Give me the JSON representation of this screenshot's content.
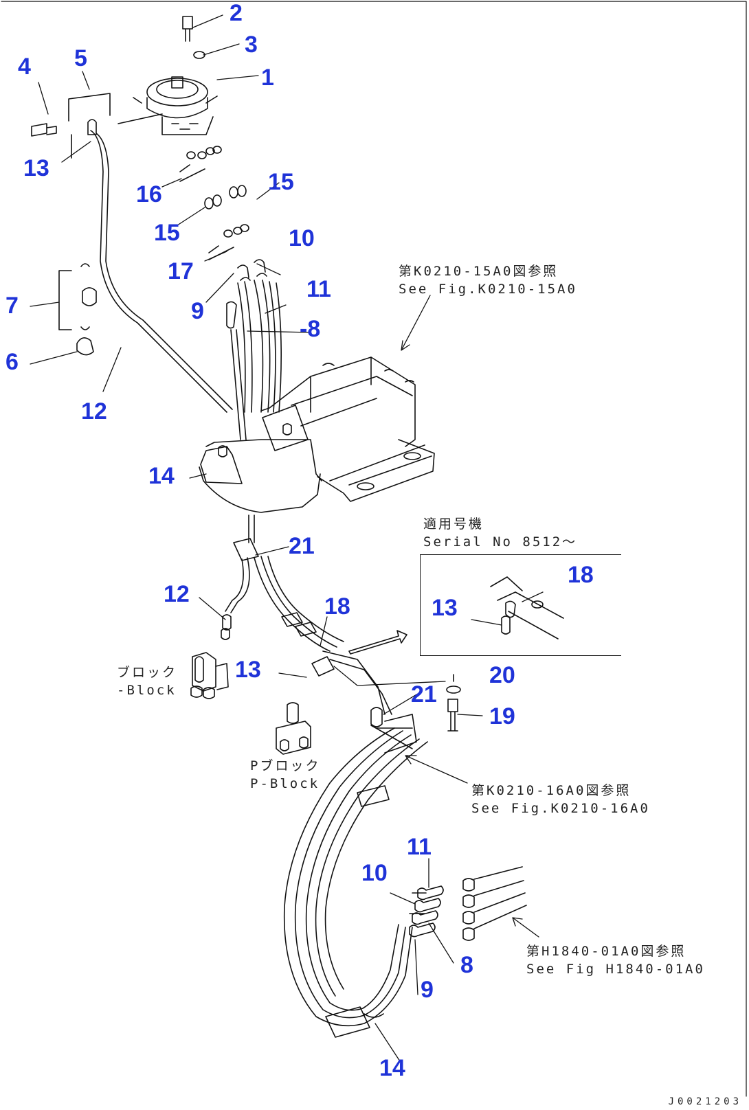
{
  "part_numbers": [
    {
      "id": "n1",
      "text": "1"
    },
    {
      "id": "n2",
      "text": "2"
    },
    {
      "id": "n3",
      "text": "3"
    },
    {
      "id": "n4",
      "text": "4"
    },
    {
      "id": "n5",
      "text": "5"
    },
    {
      "id": "n6",
      "text": "6"
    },
    {
      "id": "n7",
      "text": "7"
    },
    {
      "id": "n8a",
      "text": "-8"
    },
    {
      "id": "n9a",
      "text": "9"
    },
    {
      "id": "n10a",
      "text": "10"
    },
    {
      "id": "n11a",
      "text": "11"
    },
    {
      "id": "n12a",
      "text": "12"
    },
    {
      "id": "n13a",
      "text": "13"
    },
    {
      "id": "n14a",
      "text": "14"
    },
    {
      "id": "n15a",
      "text": "15"
    },
    {
      "id": "n15b",
      "text": "15"
    },
    {
      "id": "n16",
      "text": "16"
    },
    {
      "id": "n17",
      "text": "17"
    },
    {
      "id": "n21a",
      "text": "21"
    },
    {
      "id": "n12b",
      "text": "12"
    },
    {
      "id": "n18a",
      "text": "18"
    },
    {
      "id": "n13b",
      "text": "13"
    },
    {
      "id": "n21b",
      "text": "21"
    },
    {
      "id": "n20",
      "text": "20"
    },
    {
      "id": "n19",
      "text": "19"
    },
    {
      "id": "n18b",
      "text": "18"
    },
    {
      "id": "n13c",
      "text": "13"
    },
    {
      "id": "n11b",
      "text": "11"
    },
    {
      "id": "n10b",
      "text": "10"
    },
    {
      "id": "n8b",
      "text": "8"
    },
    {
      "id": "n9b",
      "text": "9"
    },
    {
      "id": "n14b",
      "text": "14"
    }
  ],
  "notes": {
    "ref_k0210_15a0": "第K0210-15A0図参照\nSee Fig.K0210-15A0",
    "serial_applicability": "適用号機\nSerial No 8512～",
    "block_left": "ブロック\n-Block",
    "p_block": "Pブロック\nP-Block",
    "ref_k0210_16a0": "第K0210-16A0図参照\nSee Fig.K0210-16A0",
    "ref_h1840_01a0": "第H1840-01A0図参照\nSee Fig H1840-01A0"
  },
  "drawing_number": "J0021203",
  "colors": {
    "callout": "#1f33d8",
    "line": "#111111"
  }
}
